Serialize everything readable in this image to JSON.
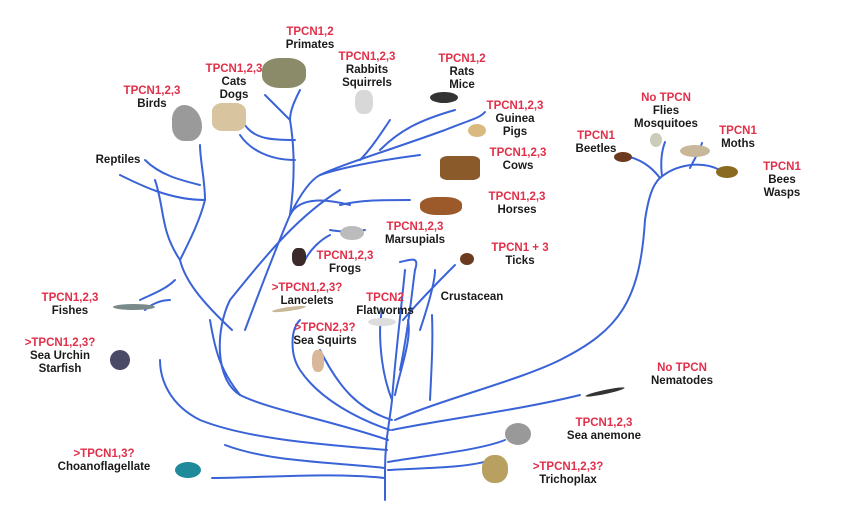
{
  "colors": {
    "branch": "#3a63d8",
    "tpcn": "#e0304a",
    "name": "#1a1a1a"
  },
  "taxa": [
    {
      "id": "primates",
      "tpcn": "TPCN1,2",
      "names": [
        "Primates"
      ]
    },
    {
      "id": "cats-dogs",
      "tpcn": "TPCN1,2,3",
      "names": [
        "Cats",
        "Dogs"
      ]
    },
    {
      "id": "birds",
      "tpcn": "TPCN1,2,3",
      "names": [
        "Birds"
      ]
    },
    {
      "id": "rabbits",
      "tpcn": "TPCN1,2,3",
      "names": [
        "Rabbits",
        "Squirrels"
      ]
    },
    {
      "id": "rats",
      "tpcn": "TPCN1,2",
      "names": [
        "Rats",
        "Mice"
      ]
    },
    {
      "id": "guinea",
      "tpcn": "TPCN1,2,3",
      "names": [
        "Guinea",
        "Pigs"
      ]
    },
    {
      "id": "cows",
      "tpcn": "TPCN1,2,3",
      "names": [
        "Cows"
      ]
    },
    {
      "id": "horses",
      "tpcn": "TPCN1,2,3",
      "names": [
        "Horses"
      ]
    },
    {
      "id": "marsupials",
      "tpcn": "TPCN1,2,3",
      "names": [
        "Marsupials"
      ]
    },
    {
      "id": "frogs",
      "tpcn": "TPCN1,2,3",
      "names": [
        "Frogs"
      ]
    },
    {
      "id": "ticks",
      "tpcn": "TPCN1 + 3",
      "names": [
        "Ticks"
      ]
    },
    {
      "id": "flies",
      "tpcn": "No TPCN",
      "names": [
        "Flies",
        "Mosquitoes"
      ]
    },
    {
      "id": "beetles",
      "tpcn": "TPCN1",
      "names": [
        "Beetles"
      ]
    },
    {
      "id": "moths",
      "tpcn": "TPCN1",
      "names": [
        "Moths"
      ]
    },
    {
      "id": "bees",
      "tpcn": "TPCN1",
      "names": [
        "Bees",
        "Wasps"
      ]
    },
    {
      "id": "reptiles",
      "tpcn": "",
      "names": [
        "Reptiles"
      ]
    },
    {
      "id": "fishes",
      "tpcn": "TPCN1,2,3",
      "names": [
        "Fishes"
      ]
    },
    {
      "id": "lancelets",
      "tpcn": ">TPCN1,2,3?",
      "names": [
        "Lancelets"
      ]
    },
    {
      "id": "flatworms",
      "tpcn": "TPCN2",
      "names": [
        "Flatworms"
      ]
    },
    {
      "id": "crustacean",
      "tpcn": "",
      "names": [
        "Crustacean"
      ]
    },
    {
      "id": "sea-squirts",
      "tpcn": ">TPCN2,3?",
      "names": [
        "Sea Squirts"
      ]
    },
    {
      "id": "sea-urchin",
      "tpcn": ">TPCN1,2,3?",
      "names": [
        "Sea Urchin",
        "Starfish"
      ]
    },
    {
      "id": "nematodes",
      "tpcn": "No TPCN",
      "names": [
        "Nematodes"
      ]
    },
    {
      "id": "sea-anemone",
      "tpcn": "TPCN1,2,3",
      "names": [
        "Sea anemone"
      ]
    },
    {
      "id": "choano",
      "tpcn": ">TPCN1,3?",
      "names": [
        "Choanoflagellate"
      ]
    },
    {
      "id": "trichoplax",
      "tpcn": ">TPCN1,2,3?",
      "names": [
        "Trichoplax"
      ]
    }
  ]
}
